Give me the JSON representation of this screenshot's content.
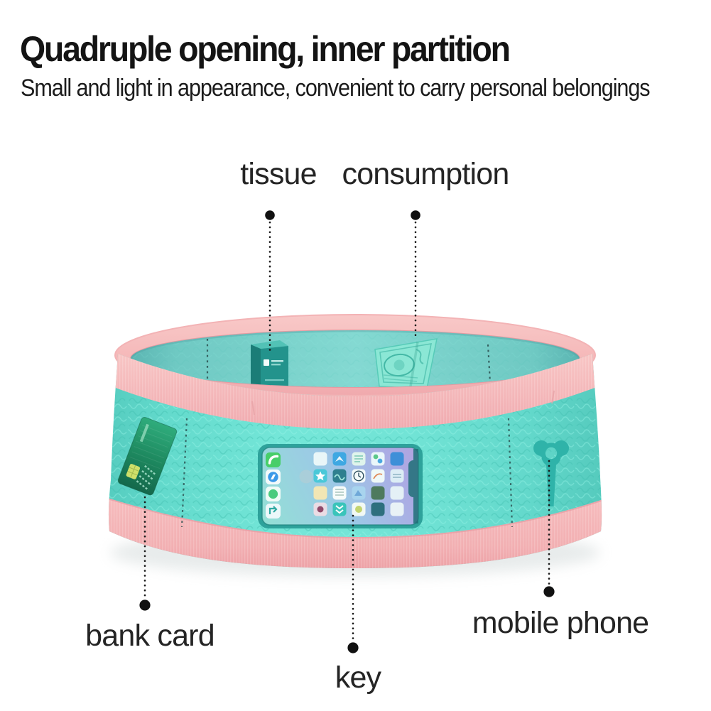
{
  "header": {
    "title": "Quadruple opening, inner partition",
    "subtitle": "Small and light in appearance, convenient to carry personal belongings"
  },
  "callouts": {
    "tissue": "tissue",
    "consumption": "consumption",
    "bank_card": "bank card",
    "key": "key",
    "mobile_phone": "mobile phone"
  },
  "product": {
    "type": "running waist belt pouch illustration",
    "items_shown": [
      "tissue-pack",
      "banknote",
      "bank-card",
      "smartphone",
      "key"
    ],
    "phone_dock_icons": [
      "phone-icon",
      "safari-icon",
      "wallet-icon",
      "share-icon"
    ],
    "colors": {
      "belt_fabric_teal": "#6BDFD1",
      "belt_interior_teal": "#7CD2CB",
      "trim_pink": "#F6BBBC",
      "item_teal_dark": "#2E9B94",
      "card_green": "#1F8E63",
      "key_teal": "#2FB3A9",
      "text_black": "#1b1b1b",
      "background": "#ffffff"
    }
  }
}
